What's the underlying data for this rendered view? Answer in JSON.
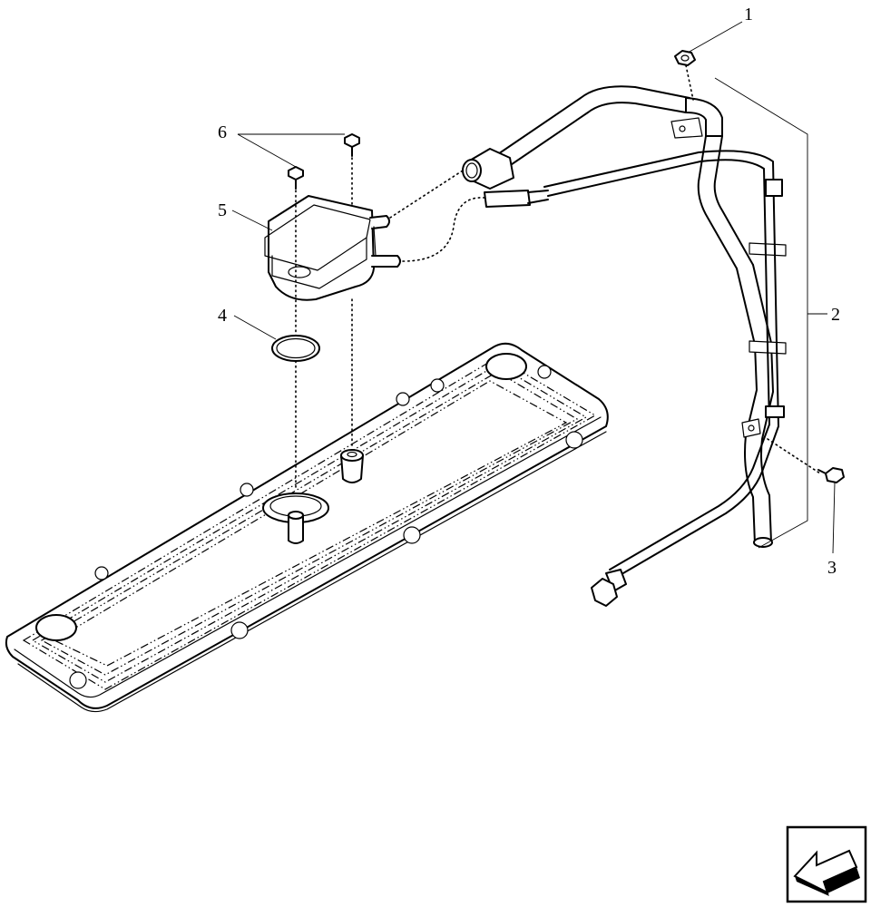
{
  "callouts": {
    "c1": "1",
    "c2": "2",
    "c3": "3",
    "c4": "4",
    "c5": "5",
    "c6": "6"
  },
  "nav_icon": "back-arrow-icon",
  "colors": {
    "line": "#000000",
    "background": "#ffffff"
  }
}
